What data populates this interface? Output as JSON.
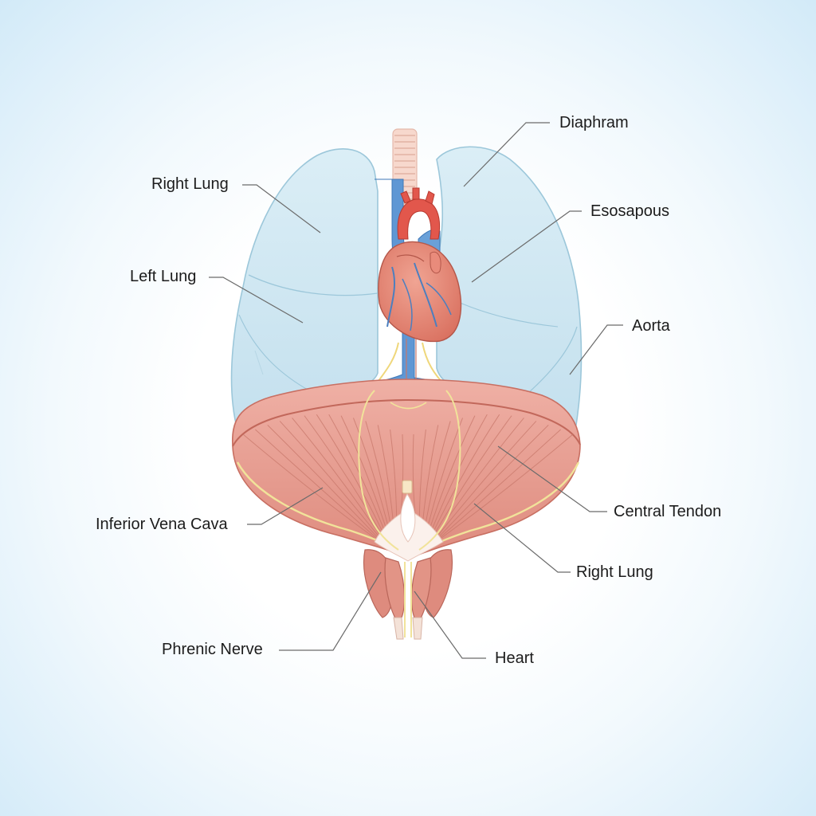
{
  "colors": {
    "lung_fill": "#cde6f1",
    "lung_stroke": "#9cc7da",
    "vein": "#5b95d3",
    "artery": "#e2574c",
    "muscle": "#e49a8e",
    "muscle_dark": "#c86f62",
    "nerve": "#f2e49a",
    "trachea": "#f6d2c6",
    "leader": "#6b6b6b",
    "text": "#1c1c1c"
  },
  "labels": {
    "left": {
      "right_lung": "Right Lung",
      "left_lung": "Left Lung",
      "inferior_vena_cava": "Inferior Vena Cava",
      "phrenic_nerve": "Phrenic Nerve"
    },
    "right": {
      "diaphram": "Diaphram",
      "esosapous": "Esosapous",
      "aorta": "Aorta",
      "central_tendon": "Central Tendon",
      "right_lung_2": "Right Lung",
      "heart": "Heart"
    }
  }
}
